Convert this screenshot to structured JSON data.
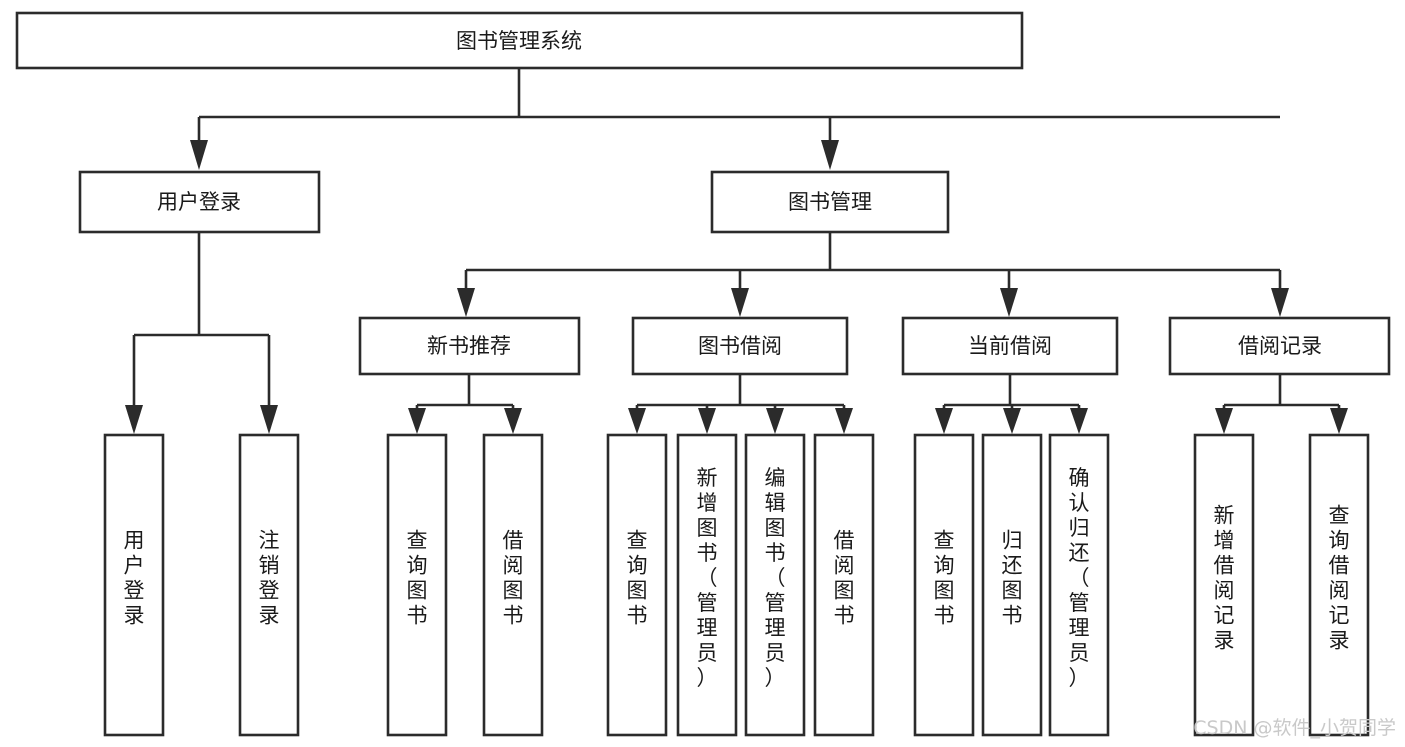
{
  "diagram": {
    "type": "tree-hierarchy",
    "title": "图书管理系统",
    "orientation": "top-down",
    "colors": {
      "background": "#ffffff",
      "box_fill": "#ffffff",
      "box_stroke": "#2b2b2b",
      "connector": "#2b2b2b",
      "text": "#1a1a1a",
      "watermark": "#c9c9c9"
    },
    "root": {
      "id": "root",
      "label": "图书管理系统",
      "orientation": "horizontal"
    },
    "level2": [
      {
        "id": "user-login",
        "label": "用户登录",
        "orientation": "horizontal"
      },
      {
        "id": "book-management",
        "label": "图书管理",
        "orientation": "horizontal"
      }
    ],
    "level3": [
      {
        "id": "new-book-recommend",
        "label": "新书推荐",
        "orientation": "horizontal",
        "parent": "book-management"
      },
      {
        "id": "book-borrow",
        "label": "图书借阅",
        "orientation": "horizontal",
        "parent": "book-management"
      },
      {
        "id": "current-borrow",
        "label": "当前借阅",
        "orientation": "horizontal",
        "parent": "book-management"
      },
      {
        "id": "borrow-record",
        "label": "借阅记录",
        "orientation": "horizontal",
        "parent": "book-management"
      }
    ],
    "leaves": {
      "user-login": [
        {
          "id": "leaf-user-login",
          "label": "用户登录",
          "orientation": "vertical"
        },
        {
          "id": "leaf-logout-login",
          "label": "注销登录",
          "orientation": "vertical"
        }
      ],
      "new-book-recommend": [
        {
          "id": "leaf-query-book-1",
          "label": "查询图书",
          "orientation": "vertical"
        },
        {
          "id": "leaf-borrow-book-1",
          "label": "借阅图书",
          "orientation": "vertical"
        }
      ],
      "book-borrow": [
        {
          "id": "leaf-query-book-2",
          "label": "查询图书",
          "orientation": "vertical"
        },
        {
          "id": "leaf-add-book-admin",
          "label": "新增图书（管理员）",
          "orientation": "vertical"
        },
        {
          "id": "leaf-edit-book-admin",
          "label": "编辑图书（管理员）",
          "orientation": "vertical"
        },
        {
          "id": "leaf-borrow-book-2",
          "label": "借阅图书",
          "orientation": "vertical"
        }
      ],
      "current-borrow": [
        {
          "id": "leaf-query-book-3",
          "label": "查询图书",
          "orientation": "vertical"
        },
        {
          "id": "leaf-return-book",
          "label": "归还图书",
          "orientation": "vertical"
        },
        {
          "id": "leaf-confirm-return-admin",
          "label": "确认归还（管理员）",
          "orientation": "vertical"
        }
      ],
      "borrow-record": [
        {
          "id": "leaf-add-borrow-record",
          "label": "新增借阅记录",
          "orientation": "vertical"
        },
        {
          "id": "leaf-query-borrow-record",
          "label": "查询借阅记录",
          "orientation": "vertical"
        }
      ]
    },
    "watermark": "CSDN @软件_小贺同学"
  }
}
